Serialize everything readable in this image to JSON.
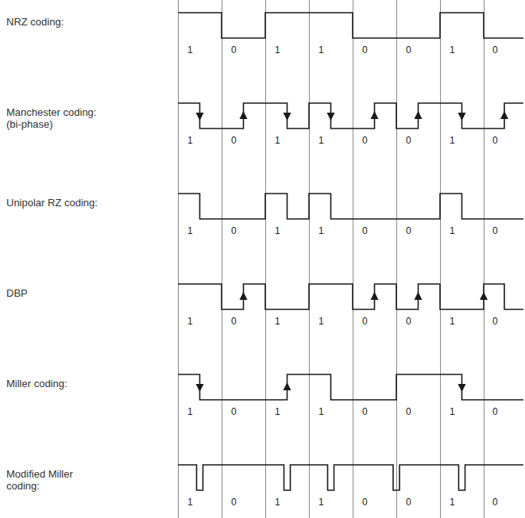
{
  "diagram": {
    "labels": [
      "NRZ coding:",
      "1",
      "0",
      "1",
      "1",
      "0",
      "0",
      "1",
      "0",
      "Manchester coding: (bi-phase)",
      "1",
      "0",
      "1",
      "1",
      "0",
      "0",
      "1",
      "0",
      "Unipolar RZ coding:",
      "1",
      "0",
      "1",
      "1",
      "0",
      "0",
      "1",
      "0",
      "DBP",
      "1",
      "0",
      "1",
      "1",
      "0",
      "0",
      "1",
      "0",
      "Miller coding:",
      "1",
      "0",
      "1",
      "1",
      "0",
      "0",
      "1",
      "0",
      "Modified Miller coding:",
      "1",
      "0",
      "1",
      "1",
      "0",
      "0",
      "1",
      "0"
    ]
  }
}
